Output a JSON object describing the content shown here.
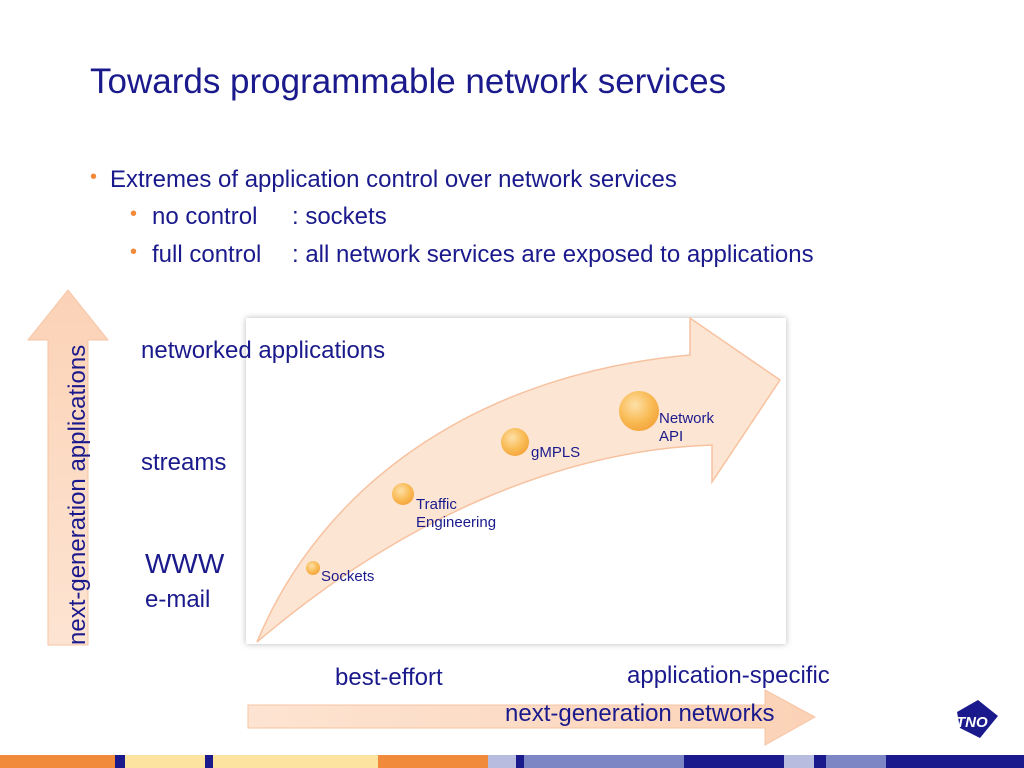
{
  "title": "Towards programmable network services",
  "bullets": {
    "main": "Extremes of application control over network services",
    "sub1_term": "no control",
    "sub1_desc": ": sockets",
    "sub2_term": "full control",
    "sub2_desc": ": all network services are exposed to applications"
  },
  "vertical_axis_label": "next-generation applications",
  "horizontal_axis_label": "next-generation networks",
  "app_levels": {
    "networked": "networked applications",
    "streams": "streams",
    "www": "WWW",
    "email": "e-mail"
  },
  "network_levels": {
    "best_effort": "best-effort",
    "app_specific": "application-specific"
  },
  "nodes": [
    {
      "label_line1": "Sockets",
      "label_line2": ""
    },
    {
      "label_line1": "Traffic",
      "label_line2": "Engineering"
    },
    {
      "label_line1": "gMPLS",
      "label_line2": ""
    },
    {
      "label_line1": "Network",
      "label_line2": "API"
    }
  ],
  "logo_text": "TNO",
  "colors": {
    "text": "#1a1a8c",
    "bullet": "#f28a3c",
    "arrow_fill": "#fde4d2",
    "arrow_stroke": "#f6b995",
    "node": "#f8b64a"
  }
}
